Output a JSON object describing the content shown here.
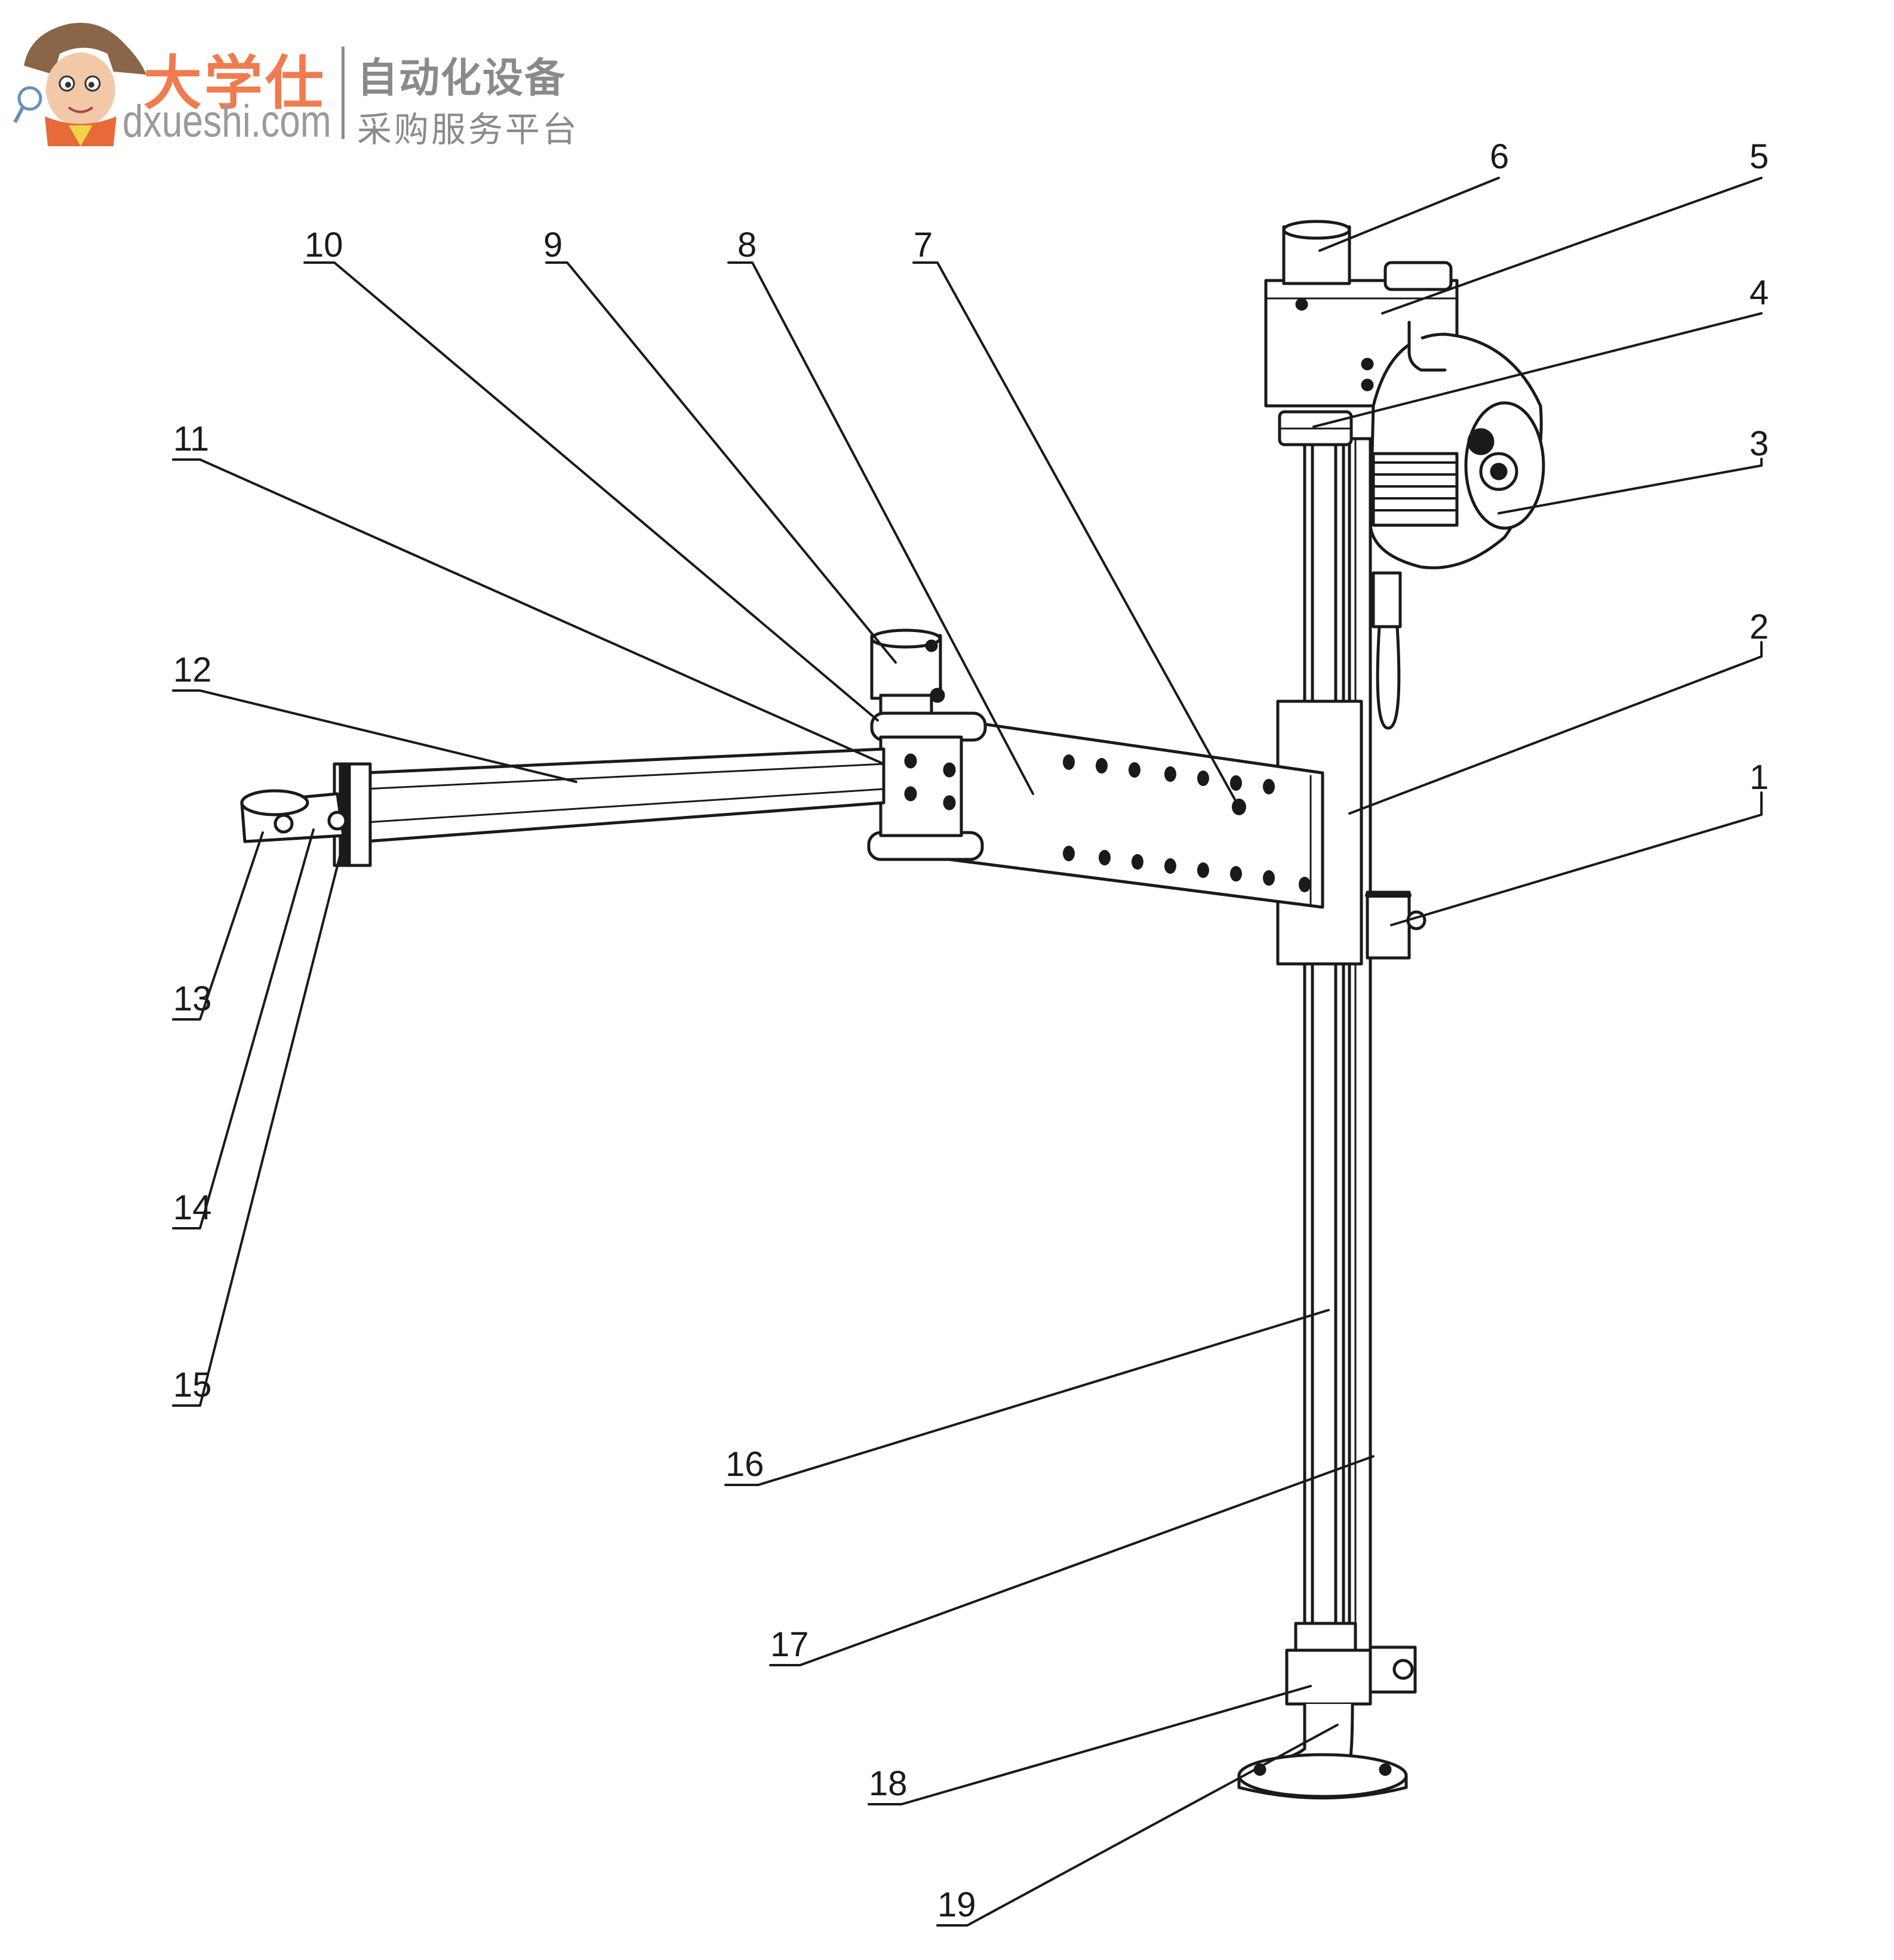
{
  "logo": {
    "brand": "大学仕",
    "domain": "dxueshi.com",
    "tagline_line1": "自动化设备",
    "tagline_line2": "采购服务平台"
  },
  "callouts": [
    "1",
    "2",
    "3",
    "4",
    "5",
    "6",
    "7",
    "8",
    "9",
    "10",
    "11",
    "12",
    "13",
    "14",
    "15",
    "16",
    "17",
    "18",
    "19"
  ],
  "colors": {
    "line": "#1a1a1a",
    "logo_orange": "#f07b4f",
    "logo_gray": "#8a8a8a"
  }
}
